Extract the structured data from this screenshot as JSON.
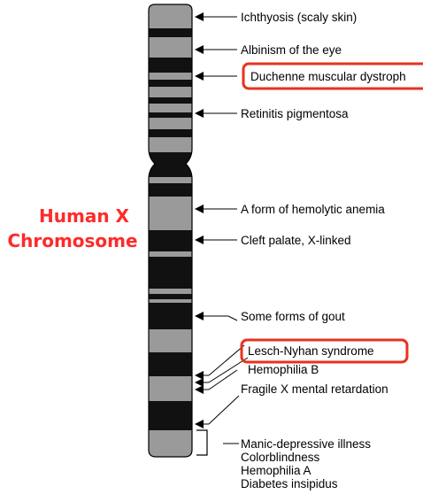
{
  "title": {
    "line1": "Human X",
    "line2": "Chromosome",
    "color": "#ff2a2a"
  },
  "colors": {
    "band_dark": "#111111",
    "band_light": "#9a9a9a",
    "highlight_box": "#e8321e",
    "arrow": "#000000"
  },
  "genes": [
    {
      "label": "Ichthyosis (scaly skin)",
      "highlighted": false
    },
    {
      "label": "Albinism of the eye",
      "highlighted": false
    },
    {
      "label": "Duchenne muscular dystroph",
      "highlighted": true
    },
    {
      "label": "Retinitis pigmentosa",
      "highlighted": false
    },
    {
      "label": "A form of hemolytic anemia",
      "highlighted": false
    },
    {
      "label": "Cleft palate, X-linked",
      "highlighted": false
    },
    {
      "label": "Some forms of gout",
      "highlighted": false
    },
    {
      "label": "Lesch-Nyhan syndrome",
      "highlighted": true
    },
    {
      "label": "Hemophilia B",
      "highlighted": false
    },
    {
      "label": "Fragile X mental retardation",
      "highlighted": false
    }
  ],
  "bracket_genes": [
    "Manic-depressive illness",
    "Colorblindness",
    "Hemophilia A",
    "Diabetes insipidus"
  ]
}
